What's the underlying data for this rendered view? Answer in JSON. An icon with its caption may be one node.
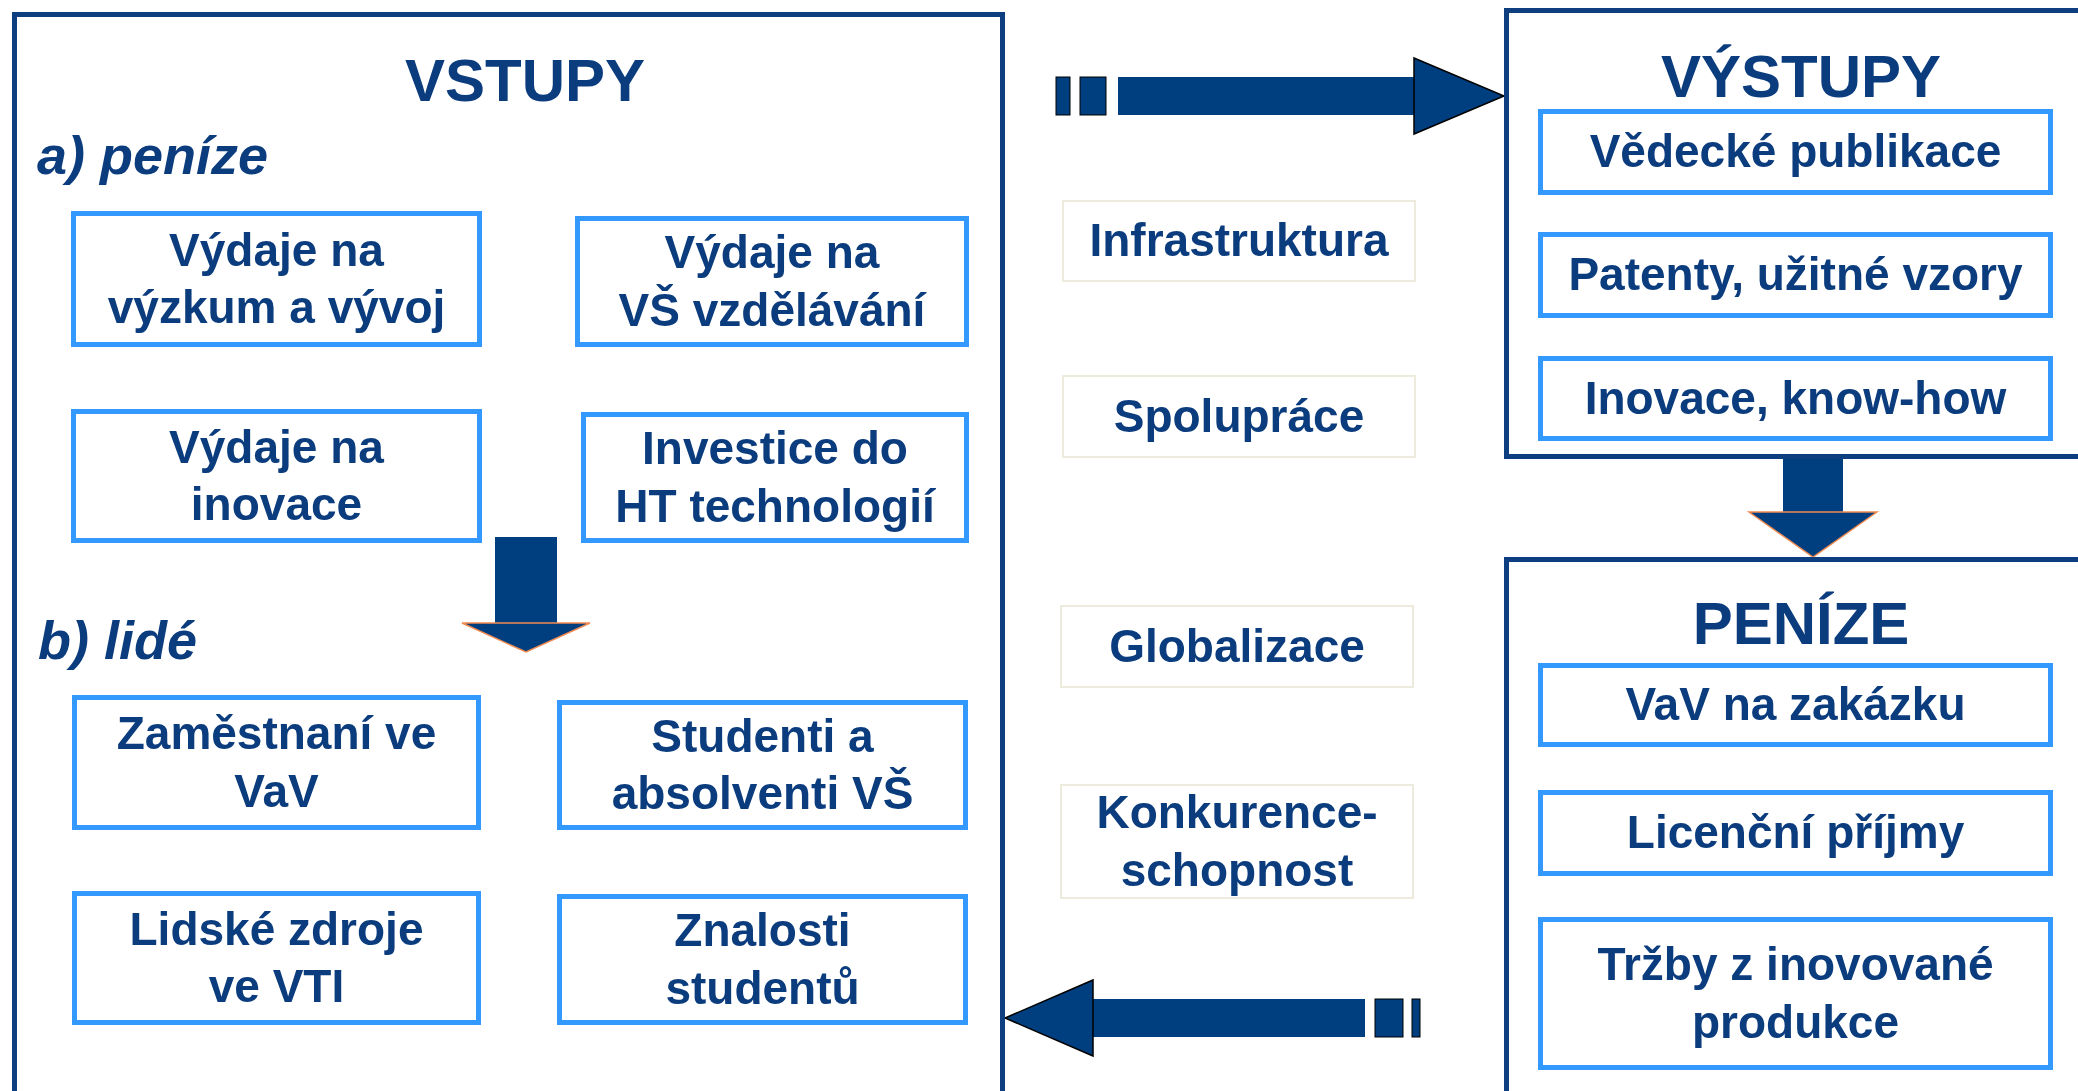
{
  "diagram": {
    "nodes": [
      {
        "text": [
          "VSTUPY",
          "a) peníze",
          "b) lidé"
        ]
      },
      {
        "text": [
          "Výdaje na výzkum a vývoj"
        ],
        "in": 0
      },
      {
        "text": [
          "Výdaje na VŠ vzdělávání"
        ],
        "in": 0
      },
      {
        "text": [
          "Výdaje na inovace"
        ],
        "in": 0
      },
      {
        "text": [
          "Investice do HT technologií"
        ],
        "in": 0
      },
      {
        "text": [
          "Zaměstnaní ve VaV"
        ],
        "in": 0
      },
      {
        "text": [
          "Studenti a absolventi VŠ"
        ],
        "in": 0
      },
      {
        "text": [
          "Lidské zdroje ve VTI"
        ],
        "in": 0
      },
      {
        "text": [
          "Znalosti studentů"
        ],
        "in": 0
      },
      {
        "text": [
          "VÝSTUPY"
        ]
      },
      {
        "text": [
          "Vědecké publikace"
        ],
        "in": 9
      },
      {
        "text": [
          "Patenty, užitné vzory"
        ],
        "in": 9
      },
      {
        "text": [
          "Inovace, know-how"
        ],
        "in": 9
      },
      {
        "text": [
          "PENÍZE"
        ]
      },
      {
        "text": [
          "VaV na zakázku"
        ],
        "in": 13
      },
      {
        "text": [
          "Licenční příjmy"
        ],
        "in": 13
      },
      {
        "text": [
          "Tržby z inovované produkce"
        ],
        "in": 13
      },
      {
        "text": [
          "Infrastruktura"
        ]
      },
      {
        "text": [
          "Spolupráce"
        ]
      },
      {
        "text": [
          "Globalizace"
        ]
      },
      {
        "text": [
          "Konkurence- schopnost"
        ]
      }
    ],
    "edges": [
      {
        "from": 0,
        "to": 9,
        "arrow": "to"
      },
      {
        "from": 9,
        "to": 13,
        "arrow": "to"
      },
      {
        "from": 13,
        "to": 0,
        "arrow": "to"
      },
      {
        "from": null,
        "to": 6,
        "arrow": "to"
      }
    ]
  }
}
